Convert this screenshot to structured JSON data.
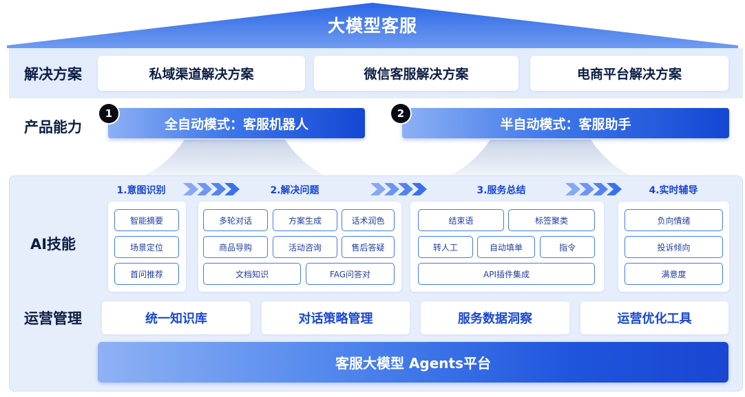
{
  "header": {
    "title": "大模型客服"
  },
  "solutions": {
    "row_label": "解决方案",
    "items": [
      "私域渠道解决方案",
      "微信客服解决方案",
      "电商平台解决方案"
    ]
  },
  "products": {
    "row_label": "产品能力",
    "items": [
      {
        "number": "1",
        "label": "全自动模式：客服机器人"
      },
      {
        "number": "2",
        "label": "半自动模式：客服助手"
      }
    ]
  },
  "ai_skills": {
    "row_label": "AI技能",
    "stages": [
      {
        "title": "1.意图识别",
        "pills": [
          "智能摘要",
          "场景定位",
          "首问推荐"
        ]
      },
      {
        "title": "2.解决问题",
        "pills": [
          "多轮对话",
          "方案生成",
          "话术润色",
          "商品导购",
          "活动咨询",
          "售后答疑",
          "文档知识",
          "FAG问答对"
        ]
      },
      {
        "title": "3.服务总结",
        "pills": [
          "结束语",
          "标签聚类",
          "转人工",
          "自动填单",
          "指令",
          "API插件集成"
        ]
      },
      {
        "title": "4.实时辅导",
        "pills": [
          "负向情绪",
          "投诉倾向",
          "满意度"
        ]
      }
    ]
  },
  "operations": {
    "row_label": "运营管理",
    "items": [
      "统一知识库",
      "对话策略管理",
      "服务数据洞察",
      "运营优化工具"
    ]
  },
  "platform": {
    "label": "客服大模型 Agents平台"
  },
  "colors": {
    "brand_blue": "#1947d1",
    "light_band": "#e3ecfb",
    "accent": "#3f7ae9"
  }
}
